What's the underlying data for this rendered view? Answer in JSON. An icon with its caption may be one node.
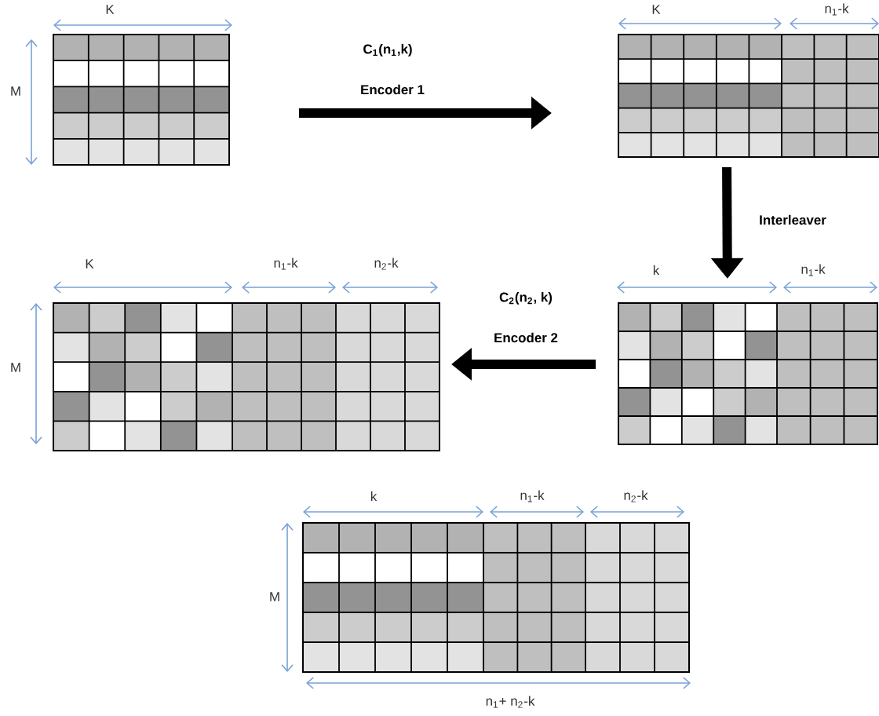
{
  "diagram": {
    "nodes": [
      {
        "text": [],
        "shape": "box"
      },
      {
        "text": [],
        "shape": "box"
      },
      {
        "text": [],
        "shape": "box"
      },
      {
        "text": [],
        "shape": "box"
      },
      {
        "text": [],
        "shape": "box"
      }
    ],
    "edges": [
      {
        "from": 0,
        "to": 1,
        "arrow": "to",
        "label": "Encoder 1"
      },
      {
        "from": 1,
        "to": 2,
        "arrow": "to",
        "label": "Interleaver"
      },
      {
        "from": 2,
        "to": 3,
        "arrow": "to",
        "label": "Encoder 2"
      }
    ],
    "labels": [
      "K",
      "C$_{1}$(n$_{1}$,k)",
      "K",
      "n$_{1}$-k",
      "M",
      "K",
      "n$_{1}$-k",
      "n$_{2}$-k",
      "C$_{2}$(n$_{2}$, k)",
      "k",
      "n$_{1}$-k",
      "M",
      "k",
      "n$_{1}$-k",
      "n$_{2}$-k",
      "M",
      "n$_{1}$+ n$_{2}$-k"
    ]
  }
}
